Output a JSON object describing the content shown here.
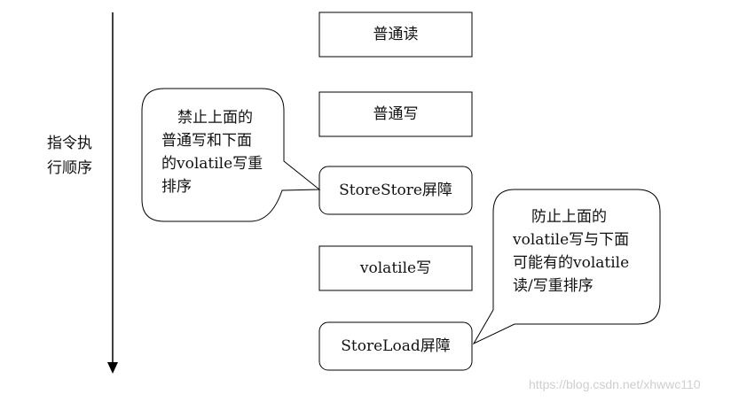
{
  "axis_label": {
    "line1": "指令执",
    "line2": "行顺序"
  },
  "boxes": {
    "normal_read": "普通读",
    "normal_write": "普通写",
    "storestore": "StoreStore屏障",
    "volatile_write": "volatile写",
    "storeload": "StoreLoad屏障"
  },
  "callout_left": {
    "line1": "禁止上面的",
    "line2": "普通写和下面",
    "line3": "的volatile写重",
    "line4": "排序"
  },
  "callout_right": {
    "line1": "防止上面的",
    "line2": "volatile写与下面",
    "line3": "可能有的volatile",
    "line4": "读/写重排序"
  },
  "watermark": "https://blog.csdn.net/xhwwc110"
}
